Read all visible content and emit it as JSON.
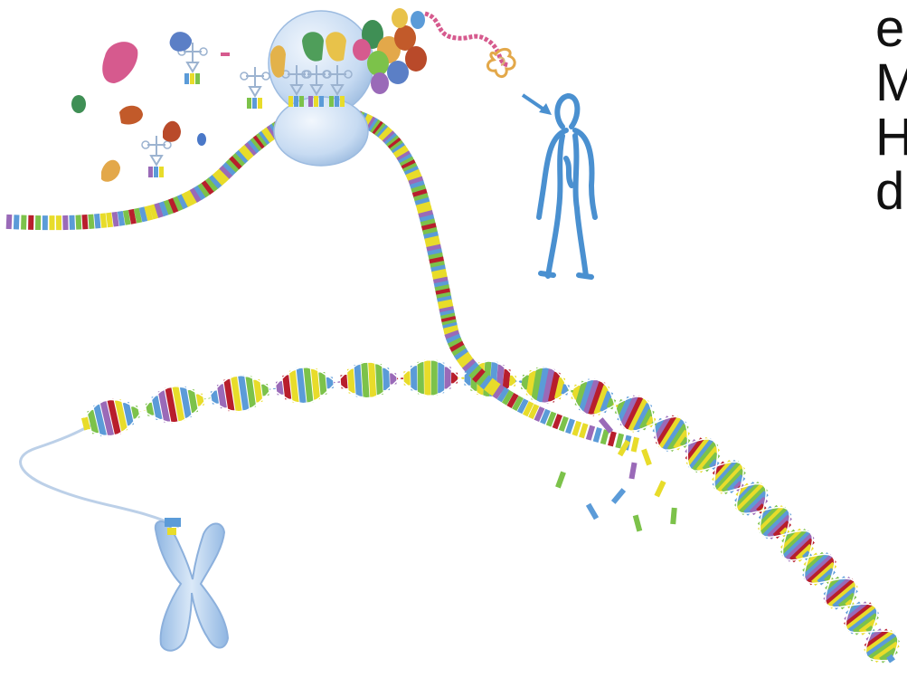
{
  "side_text": {
    "lines": [
      "e",
      "M",
      "H",
      "d"
    ]
  },
  "colors": {
    "yellow": "#e8dc2a",
    "green": "#7cc24a",
    "blue": "#5b9bd8",
    "purple": "#9a6ab8",
    "red": "#b81e2c",
    "backbone": "#c9d7ea",
    "figure": "#4a90d0",
    "chromosome": "#a9c9ea",
    "ribosome": "#b9d2ee"
  },
  "icons": [
    "chromosome-icon",
    "dna-double-helix-icon",
    "mrna-strand-icon",
    "ribosome-icon",
    "trna-icon",
    "amino-acid-icon",
    "protein-chain-icon",
    "human-figure-icon",
    "arrow-icon"
  ]
}
